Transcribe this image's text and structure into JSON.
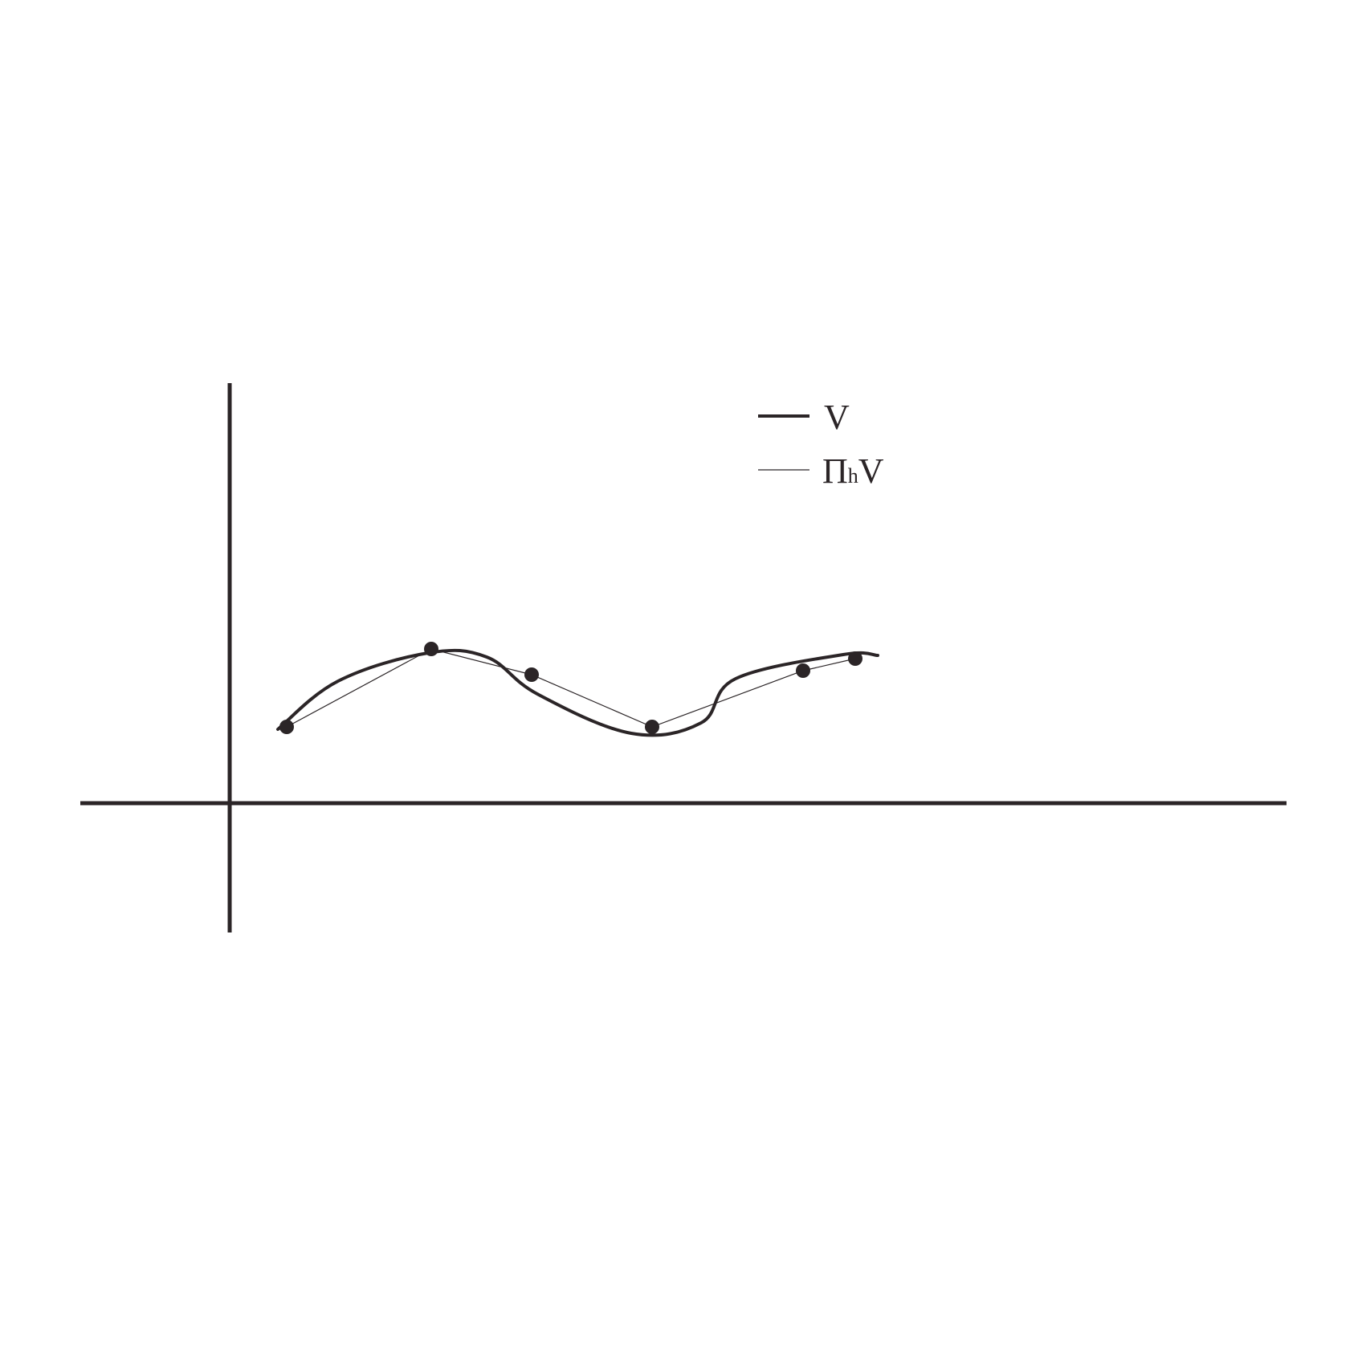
{
  "colors": {
    "ink": "#2b2527",
    "background": "#ffffff"
  },
  "legend": {
    "items": [
      {
        "style": "thick-line",
        "main": "V",
        "sub": "",
        "tail": ""
      },
      {
        "style": "thin-line",
        "main": "Π",
        "sub": "h",
        "tail": "V"
      }
    ]
  },
  "chart_data": {
    "type": "line",
    "grid": false,
    "legend_position": "top-right",
    "series": [
      {
        "name": "V",
        "style": "smooth thick curve",
        "x": [
          0.6,
          1.35,
          2.47,
          3.2,
          3.83,
          5.0,
          5.87,
          6.3,
          7.64,
          8.07
        ],
        "y": [
          0.92,
          1.52,
          1.87,
          1.82,
          1.36,
          0.87,
          1.0,
          1.55,
          1.85,
          1.84
        ]
      },
      {
        "name": "ΠhV",
        "style": "thin piecewise-linear interpolant through nodes",
        "x": [
          0.71,
          2.51,
          3.76,
          5.26,
          7.14,
          7.79
        ],
        "y": [
          0.95,
          1.92,
          1.6,
          0.95,
          1.65,
          1.8
        ]
      }
    ],
    "nodes": {
      "x": [
        0.71,
        2.51,
        3.76,
        5.26,
        7.14,
        7.79
      ],
      "y": [
        0.95,
        1.92,
        1.6,
        0.95,
        1.65,
        1.8
      ]
    }
  }
}
